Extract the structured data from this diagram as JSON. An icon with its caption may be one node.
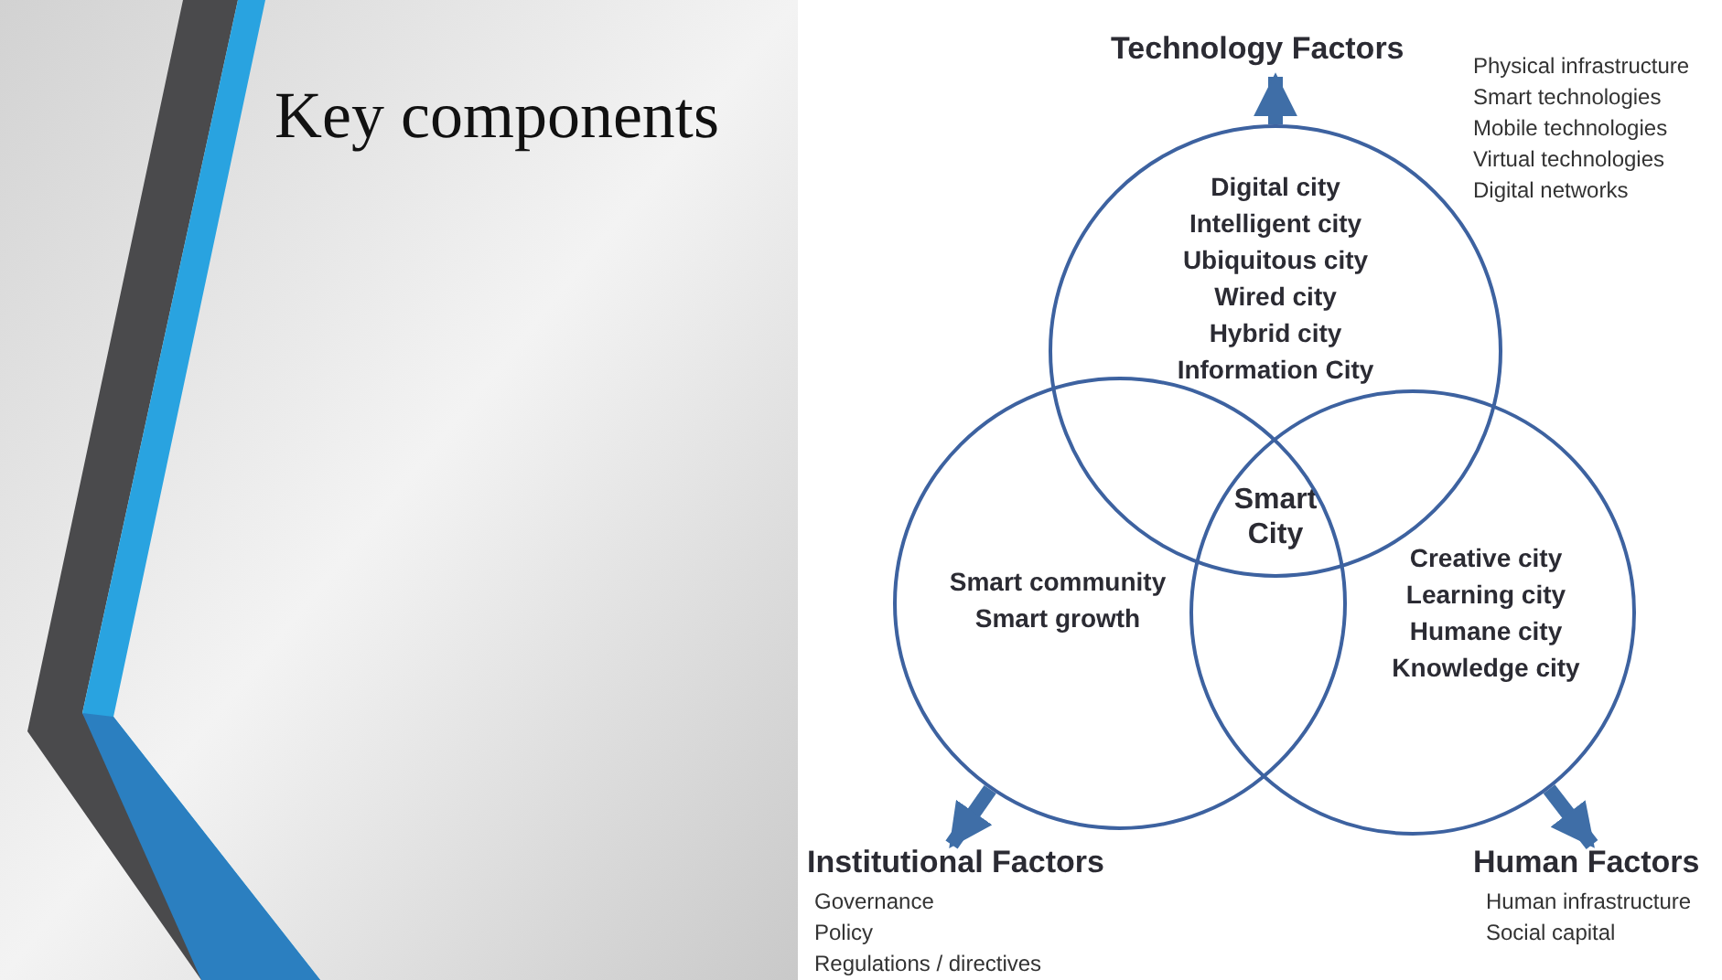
{
  "diagram": {
    "title": "Key components",
    "nodes": [
      {
        "text": [
          "Technology Factors"
        ],
        "beside": [
          "Physical infrastructure",
          "Smart technologies",
          "Mobile technologies",
          "Virtual technologies",
          "Digital networks"
        ]
      },
      {
        "text": [
          "Digital city",
          "Intelligent city",
          "Ubiquitous city",
          "Wired city",
          "Hybrid city",
          "Information City"
        ]
      },
      {
        "text": [
          "Smart City"
        ]
      },
      {
        "text": [
          "Smart community",
          "Smart growth"
        ]
      },
      {
        "text": [
          "Creative city",
          "Learning city",
          "Humane city",
          "Knowledge city"
        ]
      },
      {
        "text": [
          "Institutional Factors"
        ],
        "beside": [
          "Governance",
          "Policy",
          "Regulations / directives"
        ]
      },
      {
        "text": [
          "Human Factors"
        ],
        "beside": [
          "Human infrastructure",
          "Social capital"
        ]
      }
    ],
    "edges": [
      {
        "from": 1,
        "to": 0,
        "arrow": "to"
      },
      {
        "from": 3,
        "to": 5,
        "arrow": "to"
      },
      {
        "from": 4,
        "to": 6,
        "arrow": "to"
      }
    ]
  }
}
